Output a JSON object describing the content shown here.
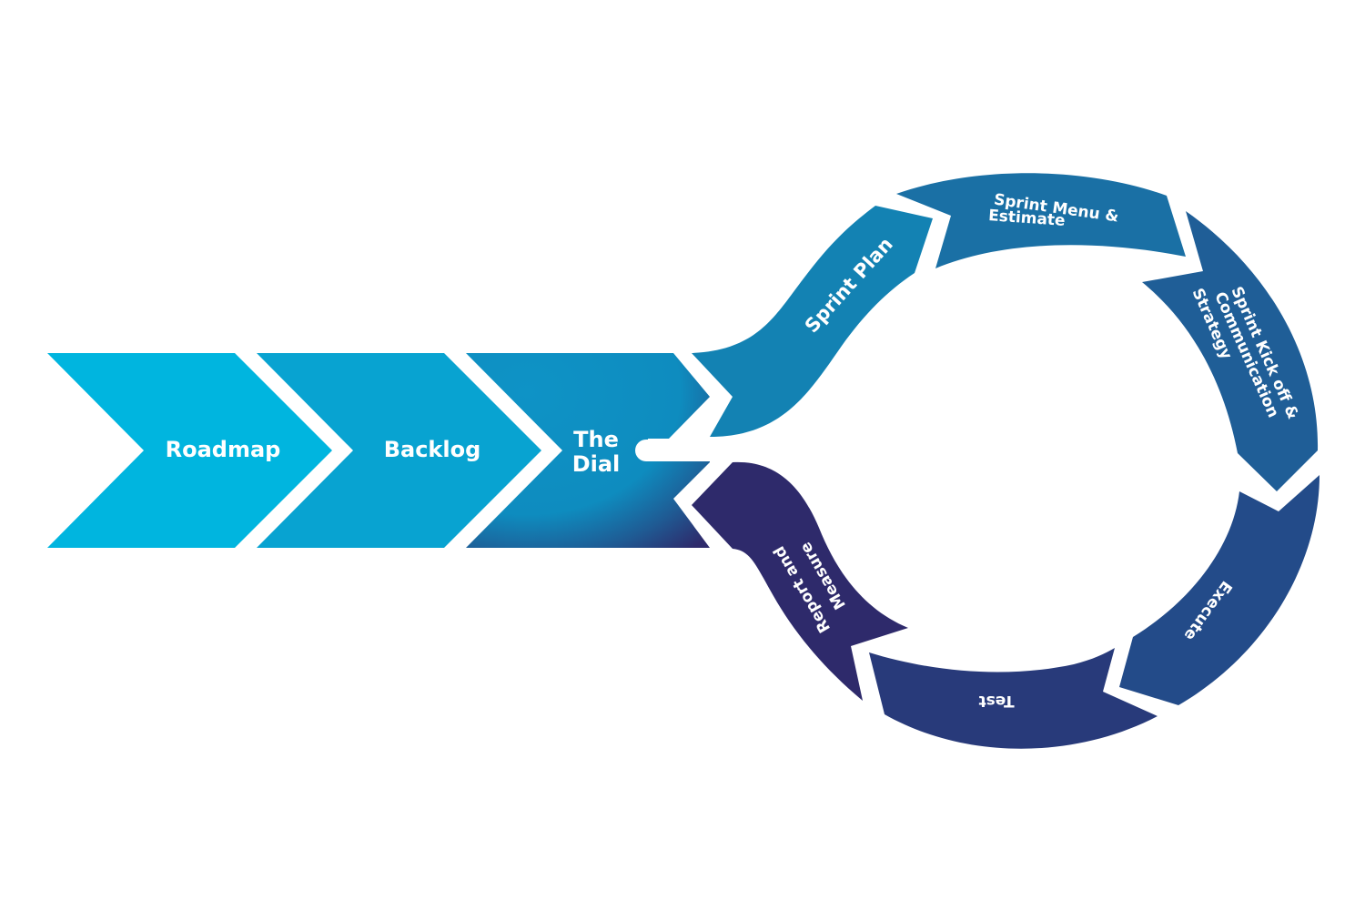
{
  "diagram": {
    "title": "",
    "linear_steps": [
      {
        "id": "roadmap",
        "label": "Roadmap",
        "color": "#00b5df"
      },
      {
        "id": "backlog",
        "label": "Backlog",
        "color": "#08a3d1"
      },
      {
        "id": "the-dial",
        "label_lines": [
          "The",
          "Dial"
        ],
        "color_start": "#0e93c6",
        "color_end": "#2e2a6b"
      }
    ],
    "cycle_steps": [
      {
        "id": "sprint-plan",
        "label_lines": [
          "Sprint Plan"
        ],
        "color": "#1382b3"
      },
      {
        "id": "sprint-menu",
        "label_lines": [
          "Sprint Menu &",
          "Estimate"
        ],
        "color": "#1a70a5"
      },
      {
        "id": "sprint-kickoff",
        "label_lines": [
          "Sprint Kick off &",
          "Communication",
          "Strategy"
        ],
        "color": "#1f5e97"
      },
      {
        "id": "execute",
        "label_lines": [
          "Execute"
        ],
        "color": "#234b89"
      },
      {
        "id": "test",
        "label_lines": [
          "Test"
        ],
        "color": "#283a7a"
      },
      {
        "id": "report-measure",
        "label_lines": [
          "Report and",
          "Measure"
        ],
        "color": "#2e2a6b"
      }
    ],
    "flow": "Roadmap → Backlog → The Dial → Sprint Plan → Sprint Menu & Estimate → Sprint Kick off & Communication Strategy → Execute → Test → Report and Measure → The Dial"
  }
}
